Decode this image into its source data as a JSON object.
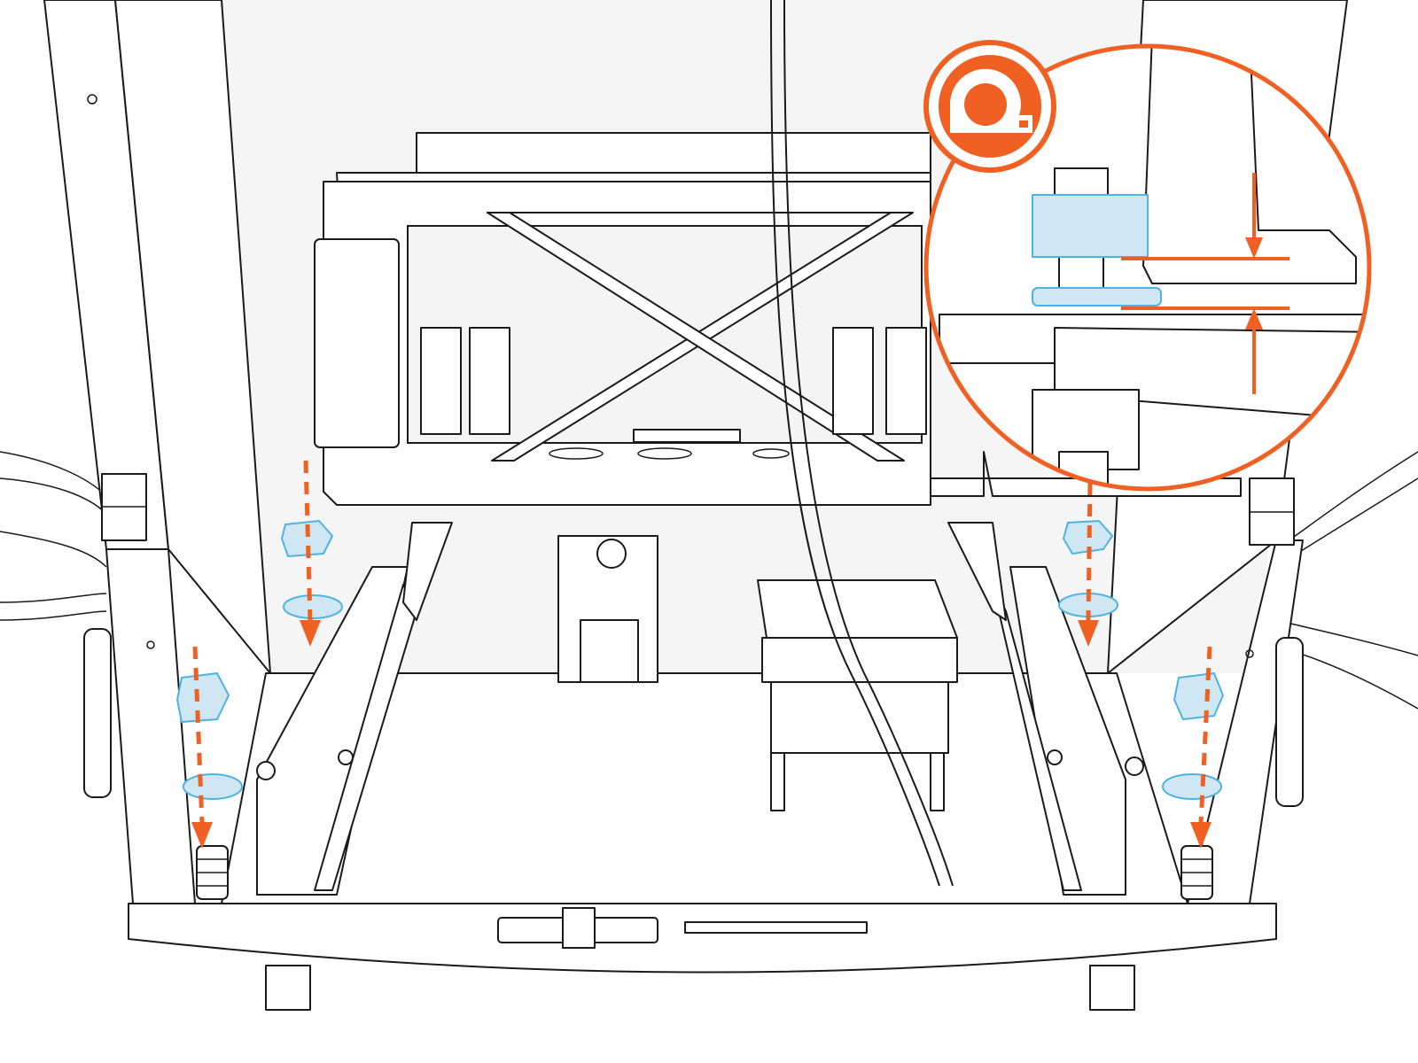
{
  "diagram": {
    "colors": {
      "accent": "#f06022",
      "highlight_parts": "#cfe7f3",
      "highlight_outline": "#4fb3e0",
      "line": "#1a1a1a",
      "background": "#ffffff"
    },
    "icons": [
      "tape-measure-icon"
    ],
    "callout": "detail-magnifier-gap-measurement",
    "highlighted_parts": [
      "nut",
      "washer",
      "nut",
      "washer",
      "nut",
      "washer",
      "nut",
      "washer"
    ]
  }
}
